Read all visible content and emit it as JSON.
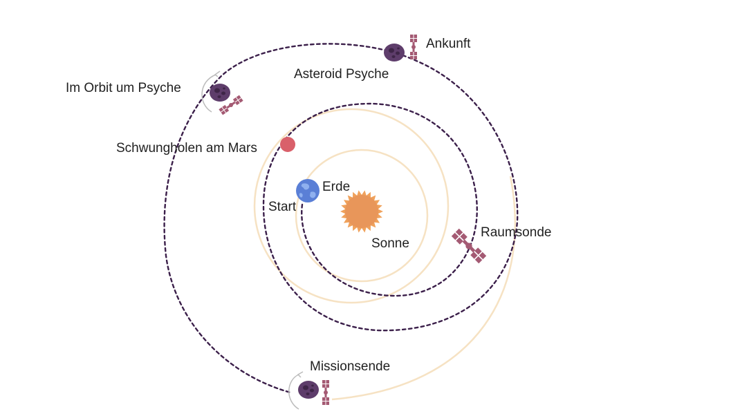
{
  "labels": {
    "arrival": "Ankunft",
    "asteroid": "Asteroid Psyche",
    "orbit": "Im Orbit um Psyche",
    "mars_flyby": "Schwungholen am Mars",
    "earth": "Erde",
    "start": "Start",
    "sun": "Sonne",
    "probe": "Raumsonde",
    "mission_end": "Missionsende"
  },
  "icons": {
    "sun": "sun-icon",
    "earth": "earth-icon",
    "mars": "mars-icon",
    "asteroid": "asteroid-psyche-icon",
    "probe": "spacecraft-icon"
  },
  "colors": {
    "trajectory": "#3b1f4a",
    "planet_orbit": "#f6e2c3",
    "sun": "#e8965a",
    "sun_rays": "#f0a25c",
    "earth": "#5a7fd6",
    "mars": "#d9606a",
    "asteroid": "#5e3d6b",
    "probe": "#a45a73"
  }
}
